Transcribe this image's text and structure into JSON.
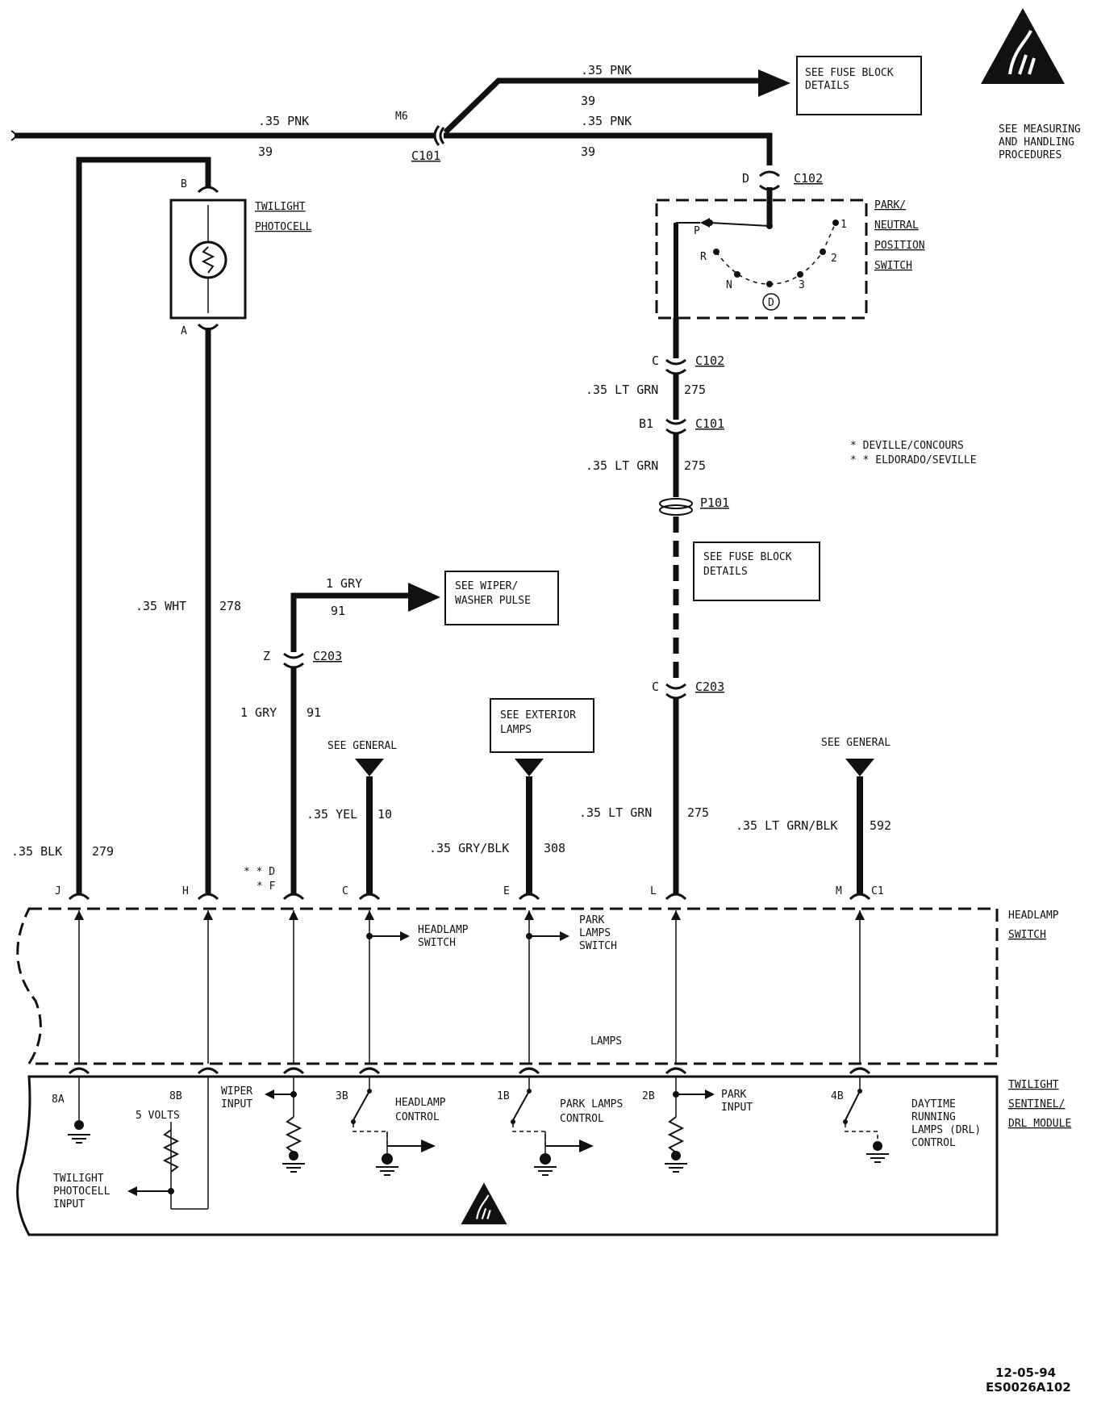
{
  "colors": {
    "ink": "#111111",
    "paper": "#ffffff"
  },
  "icons": [
    "esd-warning-icon",
    "photocell-icon",
    "ground-icon",
    "arrow-right-icon",
    "arrow-left-icon"
  ],
  "esd_notice": [
    "SEE MEASURING",
    "AND HANDLING",
    "PROCEDURES"
  ],
  "references": {
    "fuse_top": [
      "SEE FUSE BLOCK",
      "DETAILS"
    ],
    "fuse_mid": [
      "SEE FUSE BLOCK",
      "DETAILS"
    ],
    "wiper": [
      "SEE WIPER/",
      "WASHER PULSE"
    ],
    "exterior": [
      "SEE EXTERIOR",
      "LAMPS"
    ],
    "general_left": "SEE GENERAL",
    "general_right": "SEE GENERAL"
  },
  "wires": {
    "top_left": {
      "gauge": ".35 PNK",
      "circuit": "39"
    },
    "top_branch": {
      "gauge": ".35 PNK",
      "circuit": "39"
    },
    "top_right": {
      "gauge": ".35 PNK",
      "circuit": "39"
    },
    "wht": {
      "gauge": ".35 WHT",
      "circuit": "278"
    },
    "blk": {
      "gauge": ".35 BLK",
      "circuit": "279"
    },
    "gry_top": {
      "gauge": "1 GRY",
      "circuit": "91"
    },
    "gry_mid": {
      "gauge": "1 GRY",
      "circuit": "91"
    },
    "yel": {
      "gauge": ".35 YEL",
      "circuit": "10"
    },
    "grybl": {
      "gauge": ".35 GRY/BLK",
      "circuit": "308"
    },
    "ltgrn1": {
      "gauge": ".35 LT GRN",
      "circuit": "275"
    },
    "ltgrn2": {
      "gauge": ".35 LT GRN",
      "circuit": "275"
    },
    "ltgrn3": {
      "gauge": ".35 LT GRN",
      "circuit": "275"
    },
    "ltgrnblk": {
      "gauge": ".35 LT GRN/BLK",
      "circuit": "592"
    }
  },
  "connectors": {
    "m6": "M6",
    "c101_top": "C101",
    "c102_top": "C102",
    "d_pin": "D",
    "c102_low": "C102",
    "c_pin1": "C",
    "c101_low": "C101",
    "b1_pin": "B1",
    "p101": "P101",
    "c203_left": "C203",
    "z_pin": "Z",
    "c203_right": "C203",
    "c_pin2": "C",
    "b_pin": "B",
    "a_pin": "A",
    "c1": "C1"
  },
  "photocell": [
    "TWILIGHT",
    "PHOTOCELL"
  ],
  "pn_switch": {
    "title": [
      "PARK/",
      "NEUTRAL",
      "POSITION",
      "SWITCH"
    ],
    "positions": [
      "P",
      "R",
      "N",
      "D",
      "3",
      "2",
      "1"
    ]
  },
  "models": [
    "* DEVILLE/CONCOURS",
    "* * ELDORADO/SEVILLE"
  ],
  "option_marks": [
    "* * D",
    "* F"
  ],
  "headlamp_pins": [
    "J",
    "H",
    "",
    "C",
    "E",
    "L",
    "M"
  ],
  "headlamp_switch": {
    "title": [
      "HEADLAMP",
      "SWITCH"
    ],
    "headlamp_sw": [
      "HEADLAMP",
      "SWITCH"
    ],
    "park_sw": [
      "PARK",
      "LAMPS",
      "SWITCH"
    ],
    "lamps": "LAMPS"
  },
  "module": {
    "title": [
      "TWILIGHT",
      "SENTINEL/",
      "DRL MODULE"
    ],
    "pins": [
      "8A",
      "8B",
      "3B",
      "1B",
      "2B",
      "4B"
    ],
    "five_volts": "5 VOLTS",
    "wiper_input": [
      "WIPER",
      "INPUT"
    ],
    "headlamp_control": [
      "HEADLAMP",
      "CONTROL"
    ],
    "park_control": [
      "PARK LAMPS",
      "CONTROL"
    ],
    "park_input": [
      "PARK",
      "INPUT"
    ],
    "drl_control": [
      "DAYTIME",
      "RUNNING",
      "LAMPS (DRL)",
      "CONTROL"
    ],
    "photocell_input": [
      "TWILIGHT",
      "PHOTOCELL",
      "INPUT"
    ]
  },
  "footer": {
    "date": "12-05-94",
    "code": "ES0026A102"
  }
}
